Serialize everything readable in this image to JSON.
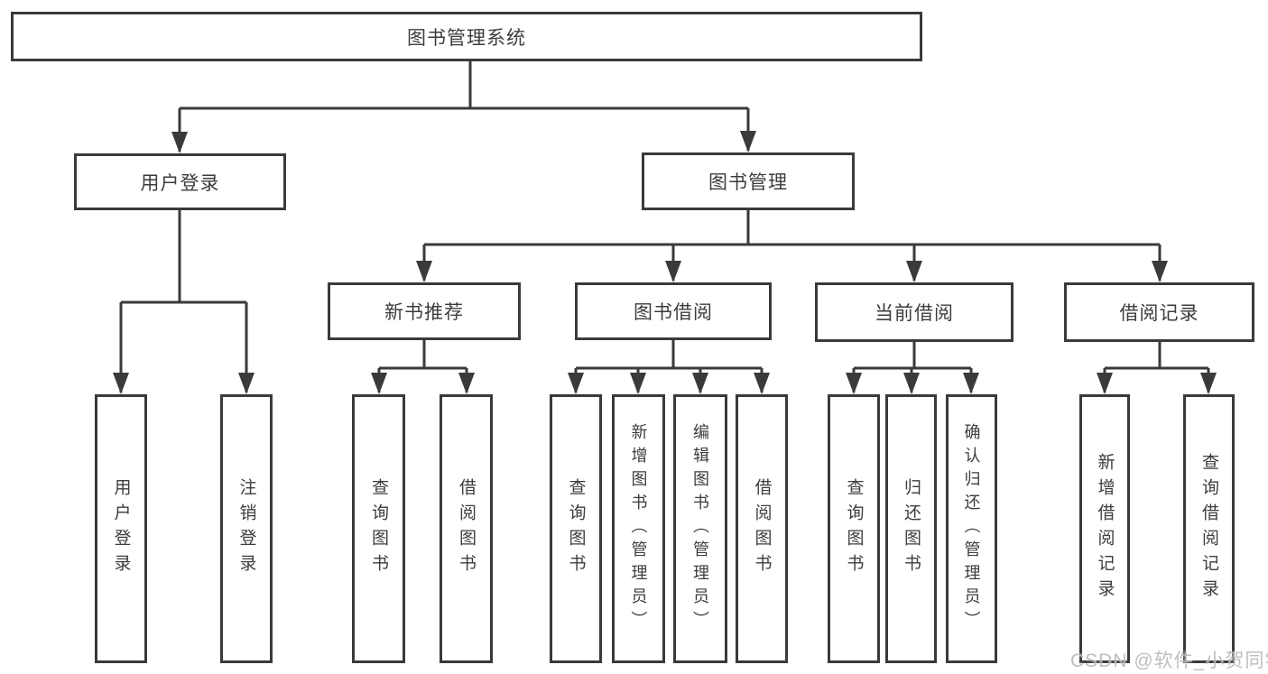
{
  "diagram": {
    "watermark": "CSDN @软件_小贺同学",
    "colors": {
      "line": "#3a3a3a",
      "text": "#3d3d3d",
      "background": "#ffffff",
      "watermark": "#b8b8b8"
    },
    "tree": {
      "root": {
        "label": "图书管理系统"
      },
      "branches": [
        {
          "label": "用户登录",
          "children": [
            {
              "label": "用户登录"
            },
            {
              "label": "注销登录"
            }
          ]
        },
        {
          "label": "图书管理",
          "children": [
            {
              "label": "新书推荐",
              "children": [
                {
                  "label": "查询图书"
                },
                {
                  "label": "借阅图书"
                }
              ]
            },
            {
              "label": "图书借阅",
              "children": [
                {
                  "label": "查询图书"
                },
                {
                  "label": "新增图书（管理员）"
                },
                {
                  "label": "编辑图书（管理员）"
                },
                {
                  "label": "借阅图书"
                }
              ]
            },
            {
              "label": "当前借阅",
              "children": [
                {
                  "label": "查询图书"
                },
                {
                  "label": "归还图书"
                },
                {
                  "label": "确认归还（管理员）"
                }
              ]
            },
            {
              "label": "借阅记录",
              "children": [
                {
                  "label": "新增借阅记录"
                },
                {
                  "label": "查询借阅记录"
                }
              ]
            }
          ]
        }
      ]
    }
  }
}
